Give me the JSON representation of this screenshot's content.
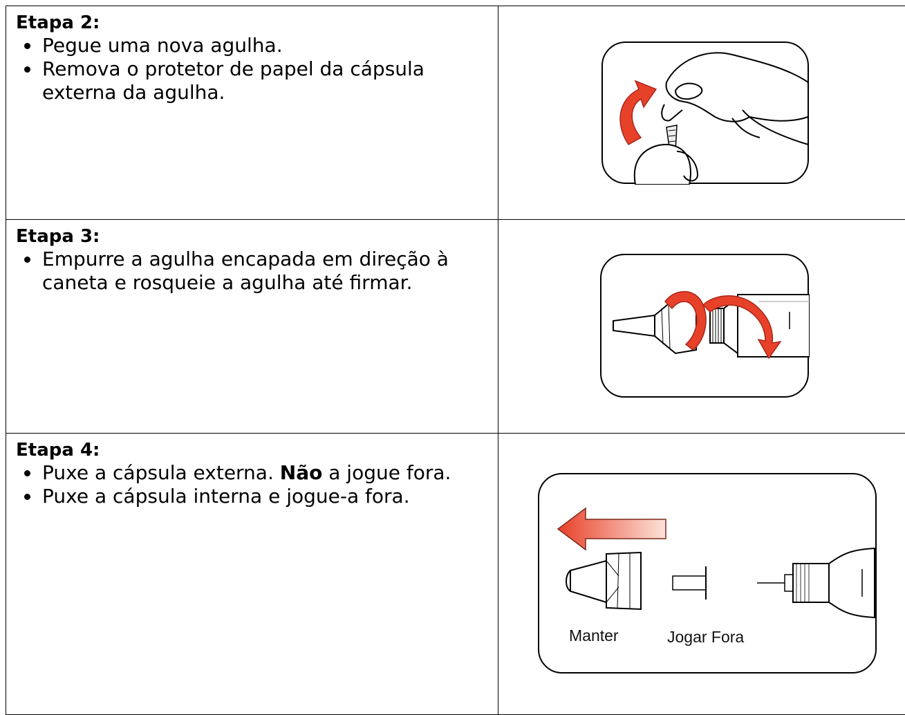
{
  "steps": [
    {
      "title": "Etapa 2:",
      "bullets": [
        "Pegue uma nova agulha.",
        "Remova o protetor de papel da cápsula externa da agulha."
      ]
    },
    {
      "title": "Etapa 3:",
      "bullets": [
        "Empurre a agulha encapada em direção à caneta e rosqueie a agulha até firmar."
      ]
    },
    {
      "title": "Etapa 4:",
      "bullets": [
        {
          "bold": "Não",
          "pre": "Puxe a cápsula externa. ",
          "post": " a jogue fora."
        },
        "Puxe a cápsula interna e jogue-a fora."
      ],
      "illustration_labels": {
        "keep": "Manter",
        "discard": "Jogar Fora"
      }
    }
  ],
  "colors": {
    "accent_red": "#e8412a",
    "line": "#000000"
  }
}
